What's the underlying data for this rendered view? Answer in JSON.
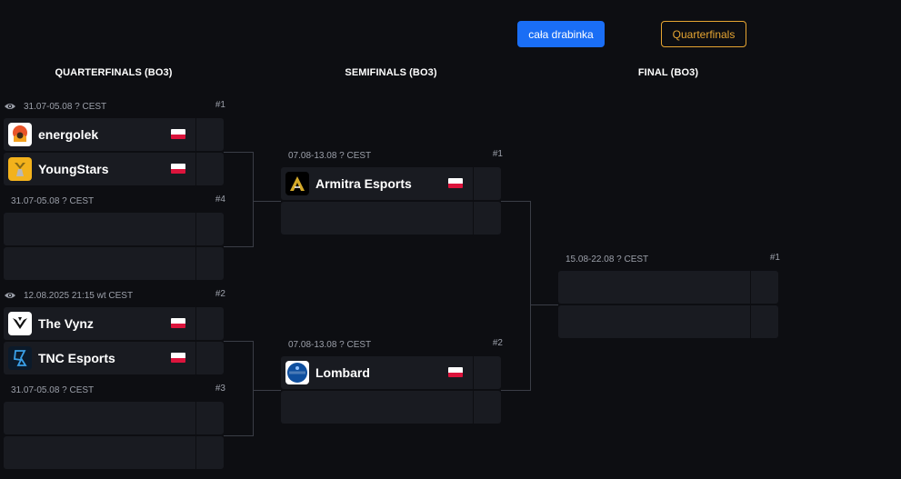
{
  "controls": {
    "full_bracket_label": "cała drabinka",
    "stage_label": "Quarterfinals"
  },
  "columns": {
    "quarterfinals": "QUARTERFINALS (BO3)",
    "semifinals": "SEMIFINALS (BO3)",
    "final": "FINAL (BO3)"
  },
  "quarterfinals": [
    {
      "date": "31.07-05.08 ? CEST",
      "number": "#1",
      "watch_icon": true,
      "teams": [
        {
          "name": "energolek",
          "flag": "PL",
          "logo": "energolek-logo"
        },
        {
          "name": "YoungStars",
          "flag": "PL",
          "logo": "youngstars-logo"
        }
      ]
    },
    {
      "date": "31.07-05.08 ? CEST",
      "number": "#4",
      "watch_icon": false,
      "teams": [
        {
          "name": ""
        },
        {
          "name": ""
        }
      ]
    },
    {
      "date": "12.08.2025 21:15 wt CEST",
      "number": "#2",
      "watch_icon": true,
      "teams": [
        {
          "name": "The Vynz",
          "flag": "PL",
          "logo": "the-vynz-logo"
        },
        {
          "name": "TNC Esports",
          "flag": "PL",
          "logo": "tnc-esports-logo"
        }
      ]
    },
    {
      "date": "31.07-05.08 ? CEST",
      "number": "#3",
      "watch_icon": false,
      "teams": [
        {
          "name": ""
        },
        {
          "name": ""
        }
      ]
    }
  ],
  "semifinals": [
    {
      "date": "07.08-13.08 ? CEST",
      "number": "#1",
      "teams": [
        {
          "name": "Armitra Esports",
          "flag": "PL",
          "logo": "armitra-logo"
        },
        {
          "name": ""
        }
      ]
    },
    {
      "date": "07.08-13.08 ? CEST",
      "number": "#2",
      "teams": [
        {
          "name": "Lombard",
          "flag": "PL",
          "logo": "lombard-logo"
        },
        {
          "name": ""
        }
      ]
    }
  ],
  "final": [
    {
      "date": "15.08-22.08 ? CEST",
      "number": "#1",
      "teams": [
        {
          "name": ""
        },
        {
          "name": ""
        }
      ]
    }
  ],
  "colors": {
    "background": "#0d0e12",
    "slot": "#191b21",
    "accent_blue": "#1a6ef5",
    "accent_orange": "#e6a532",
    "connector": "#3a3d46"
  }
}
